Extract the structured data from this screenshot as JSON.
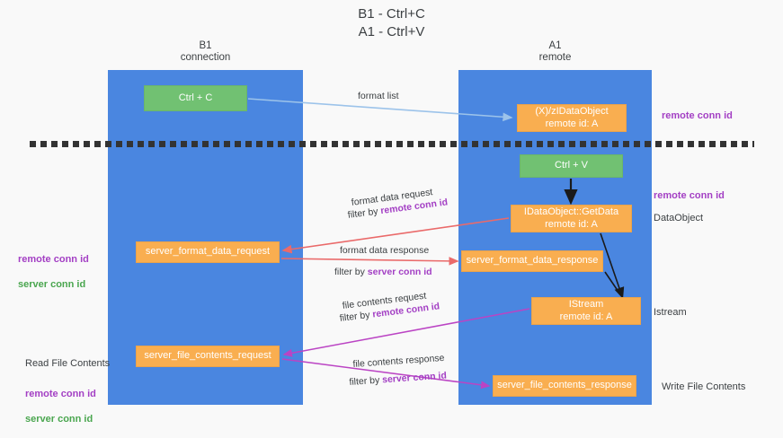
{
  "title": "B1 - Ctrl+C\nA1 - Ctrl+V",
  "lanes": {
    "left": {
      "name": "B1",
      "role": "connection",
      "heading": "B1\nconnection"
    },
    "right": {
      "name": "A1",
      "role": "remote",
      "heading": "A1\nremote"
    }
  },
  "nodes": {
    "ctrl_c": {
      "label": "Ctrl + C",
      "color": "#71c172"
    },
    "idataobject": {
      "label": "(X)/zIDataObject\nremote id: A",
      "color": "#f9ae50"
    },
    "ctrl_v": {
      "label": "Ctrl + V",
      "color": "#71c172"
    },
    "getdata": {
      "label": "IDataObject::GetData\nremote id: A",
      "color": "#f9ae50"
    },
    "server_format_data_request": {
      "label": "server_format_data_request",
      "color": "#f9ae50"
    },
    "server_format_data_response": {
      "label": "server_format_data_response",
      "color": "#f9ae50"
    },
    "istream": {
      "label": "IStream\nremote id: A",
      "color": "#f9ae50"
    },
    "server_file_contents_request": {
      "label": "server_file_contents_request",
      "color": "#f9ae50"
    },
    "server_file_contents_response": {
      "label": "server_file_contents_response",
      "color": "#f9ae50"
    }
  },
  "edge_labels": {
    "format_list": "format list",
    "format_data_request": "format data request",
    "format_data_request_filter_prefix": "filter by ",
    "format_data_request_filter_key": "remote conn id",
    "format_data_response": "format data response",
    "format_data_response_filter_prefix": "filter by ",
    "format_data_response_filter_key": "server conn id",
    "file_contents_request": "file contents request",
    "file_contents_request_filter_prefix": "filter by ",
    "file_contents_request_filter_key": "remote conn id",
    "file_contents_response": "file contents response",
    "file_contents_response_filter_prefix": "filter by ",
    "file_contents_response_filter_key": "server conn id"
  },
  "annotations": {
    "right_remote_conn_id_top": "remote conn id",
    "right_remote_conn_id_mid": "remote conn id",
    "right_dataobject": "DataObject",
    "right_istream": "Istream",
    "right_write_file_contents": "Write File Contents",
    "left_remote_conn_id_mid": "remote conn id",
    "left_server_conn_id_mid": "server conn id",
    "left_read_file_contents": "Read File Contents",
    "left_remote_conn_id_bot": "remote conn id",
    "left_server_conn_id_bot": "server conn id"
  },
  "colors": {
    "lane": "#4a86e0",
    "green_node": "#71c172",
    "orange_node": "#f9ae50",
    "purple_text": "#a33fc4",
    "green_text": "#4aa64f",
    "dark_text": "#3c4043",
    "edge_lightblue": "#9cc3ea",
    "edge_red": "#ea6a6a",
    "edge_magenta": "#bb44c4",
    "edge_black": "#1a1a1a",
    "divider": "#333333",
    "background": "#f9f9f9"
  }
}
